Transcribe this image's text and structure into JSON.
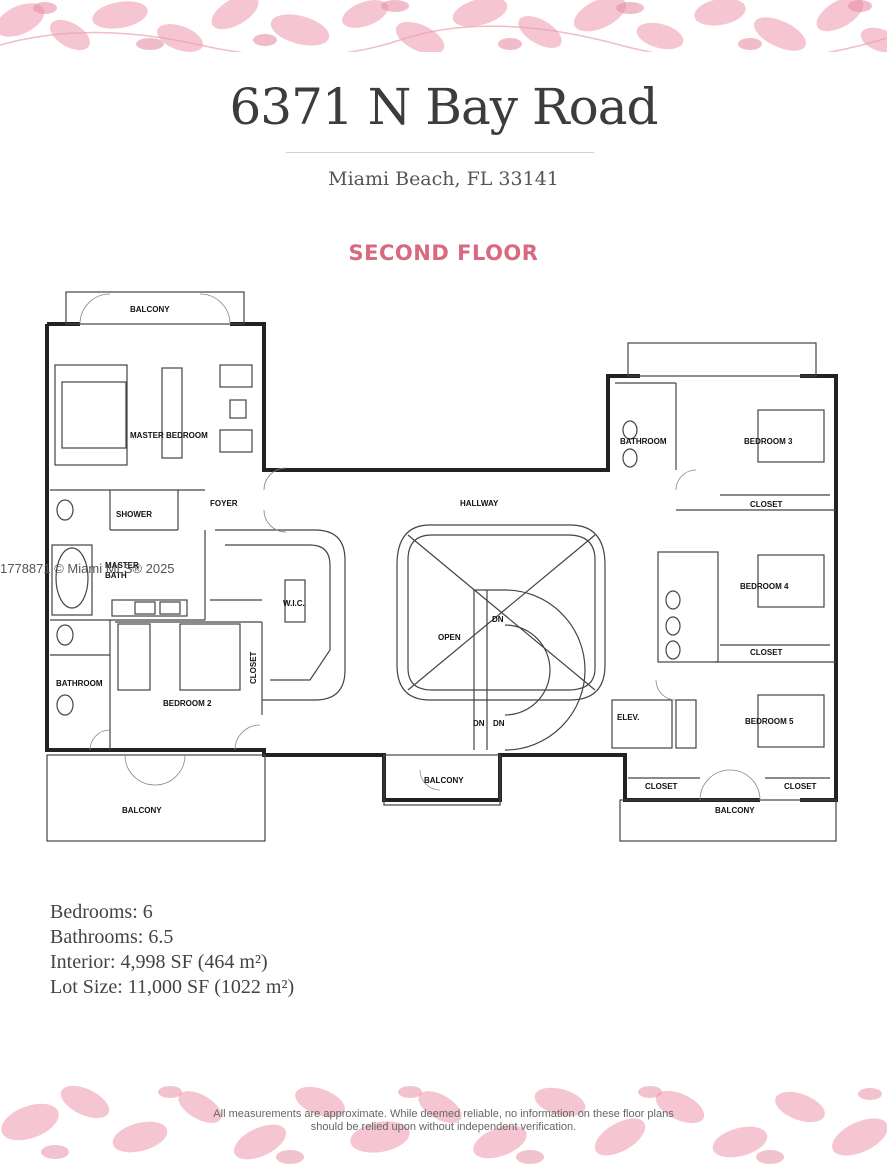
{
  "header": {
    "address": "6371 N Bay Road",
    "city": "Miami Beach, FL 33141",
    "floor_label": "SECOND FLOOR"
  },
  "floorplan": {
    "rooms": {
      "balcony_top_left": "BALCONY",
      "master_bedroom": "MASTER BEDROOM",
      "foyer": "FOYER",
      "hallway": "HALLWAY",
      "shower": "SHOWER",
      "master_bath_line1": "MASTER",
      "master_bath_line2": "BATH",
      "wic": "W.I.C.",
      "closet_bedroom2": "CLOSET",
      "bathroom_left": "BATHROOM",
      "bedroom_2": "BEDROOM 2",
      "balcony_bottom_left": "BALCONY",
      "open": "OPEN",
      "dn_1": "DN",
      "dn_2": "DN",
      "dn_3": "DN",
      "balcony_bottom_center": "BALCONY",
      "bathroom_right": "BATHROOM",
      "bedroom_3": "BEDROOM 3",
      "closet_bedroom3": "CLOSET",
      "bedroom_4": "BEDROOM 4",
      "closet_bedroom4": "CLOSET",
      "elevator": "ELEV.",
      "bedroom_5": "BEDROOM 5",
      "closet_5a": "CLOSET",
      "closet_5b": "CLOSET",
      "balcony_bottom_right": "BALCONY"
    }
  },
  "watermark": "1778871 © Miami MLS® 2025",
  "stats": {
    "bedrooms": "Bedrooms: 6",
    "bathrooms": "Bathrooms: 6.5",
    "interior": "Interior: 4,998 SF (464 m²)",
    "lot": "Lot Size: 11,000 SF (1022 m²)"
  },
  "disclaimer": {
    "line1": "All measurements are approximate. While deemed reliable, no information on these floor plans",
    "line2": "should be relied upon without independent verification."
  },
  "colors": {
    "accent": "#d9697f",
    "floral": "#f2b6c4",
    "floral_dark": "#e48aa2",
    "text": "#3c3c3c"
  }
}
